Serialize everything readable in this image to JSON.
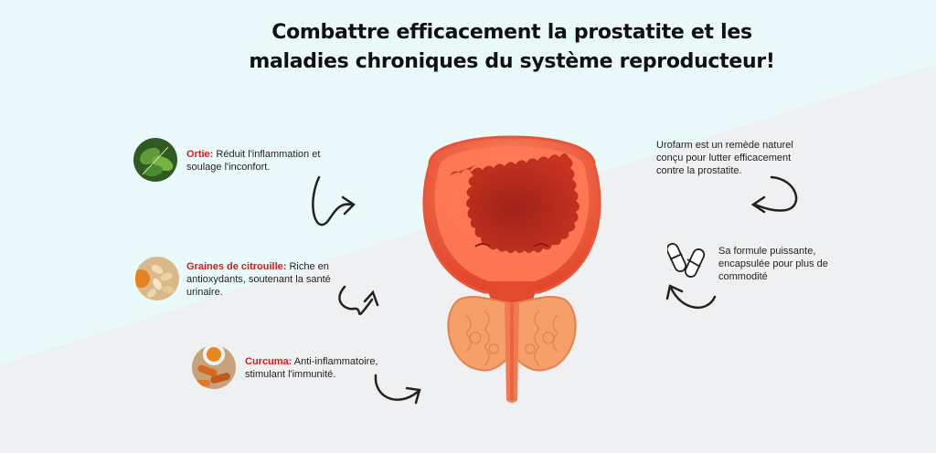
{
  "header": {
    "title_line1": "Combattre efficacement la prostatite et les",
    "title_line2": "maladies chroniques du système reproducteur!"
  },
  "ingredients": [
    {
      "name": "Ortie:",
      "desc_line1": "Réduit l'inflammation et",
      "desc_line2": "soulage l'inconfort.",
      "icon": "nettle-leaf-icon"
    },
    {
      "name": "Graines de citrouille:",
      "desc_after_name": "Riche en",
      "desc_line2": "antioxydants, soutenant la santé",
      "desc_line3": "urinaire.",
      "icon": "pumpkin-seeds-icon"
    },
    {
      "name": "Curcuma:",
      "desc_after_name": "Anti-inflammatoire,",
      "desc_line2": "stimulant l'immunité.",
      "icon": "turmeric-icon"
    }
  ],
  "right_notes": [
    {
      "line1": "Urofarm est un remède naturel",
      "line2": "conçu pour lutter efficacement",
      "line3": "contre la prostatite."
    },
    {
      "line1": "Sa formule puissante,",
      "line2": "encapsulée pour plus de",
      "line3": "commodité",
      "icon": "capsule-pills-icon"
    }
  ],
  "colors": {
    "highlight": "#d81c1c",
    "organ_outer": "#ef6a4c",
    "organ_inner": "#b5261c",
    "gland": "#f59f6b",
    "bg_top": "#eafafb",
    "bg_bottom": "#eef0f2"
  }
}
